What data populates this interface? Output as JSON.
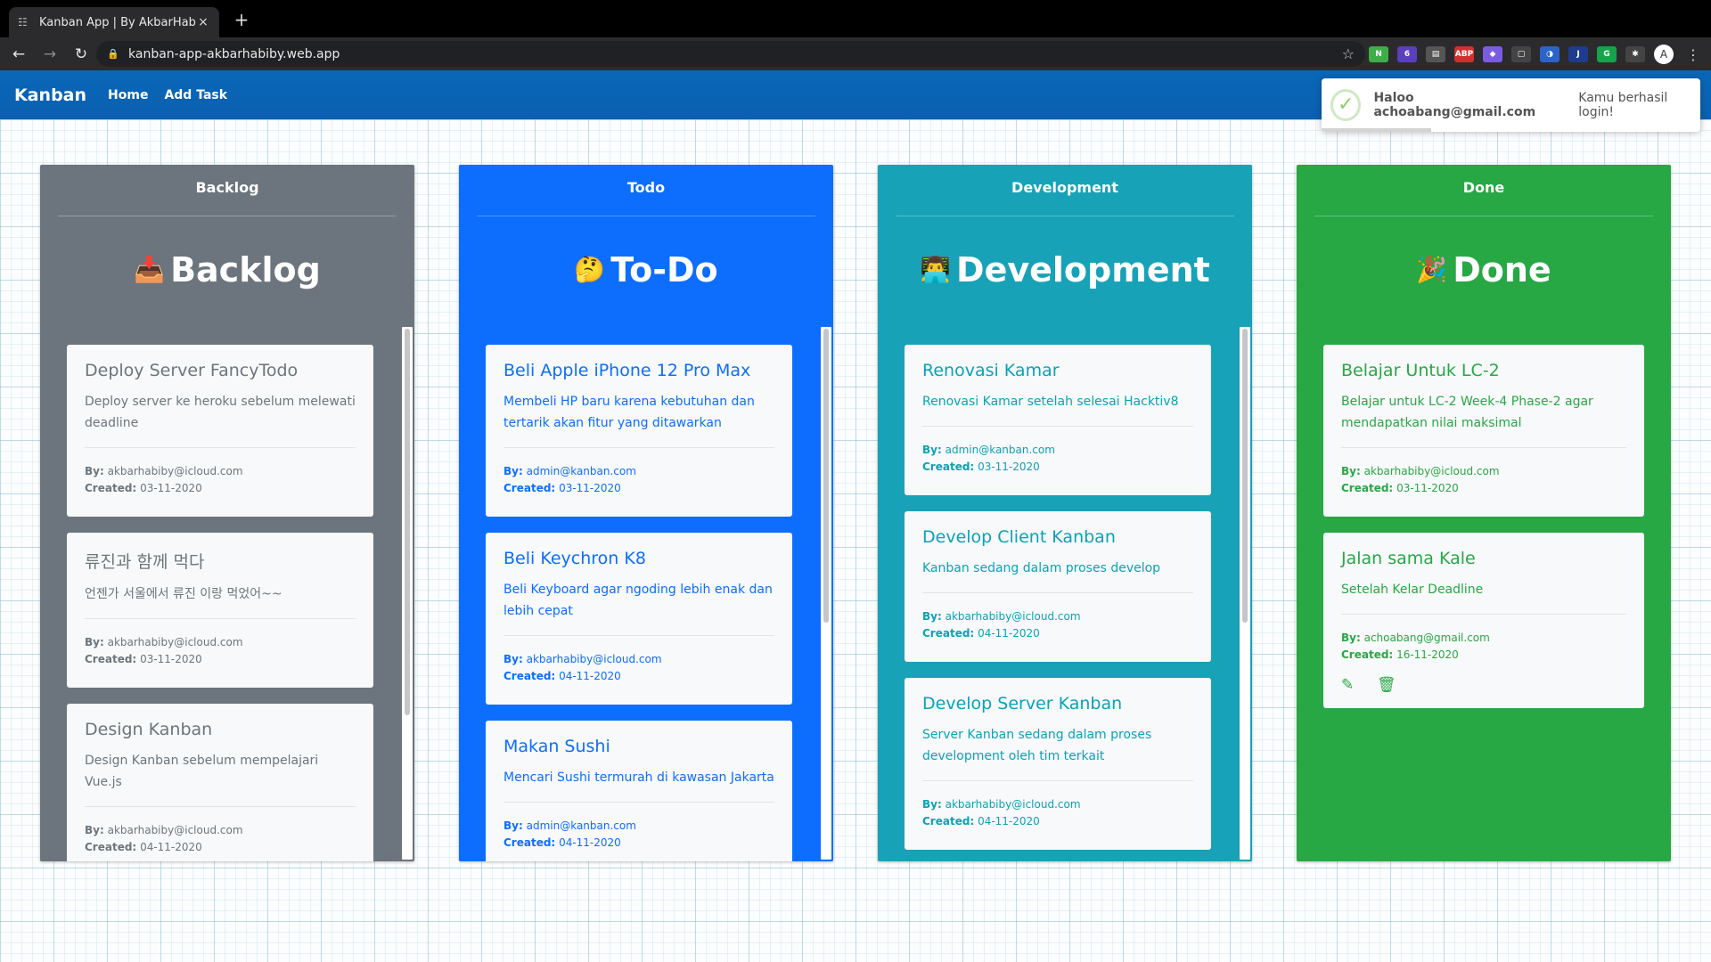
{
  "browser": {
    "tab_title": "Kanban App | By AkbarHabiby",
    "tab_close": "×",
    "new_tab": "+",
    "url": "kanban-app-akbarhabiby.web.app",
    "profile_initial": "A",
    "extensions": [
      {
        "label": "N",
        "color": "#3fae49"
      },
      {
        "label": "6",
        "color": "#5b3fbf"
      },
      {
        "label": "▤",
        "color": "#555555"
      },
      {
        "label": "ABP",
        "color": "#d32f2f"
      },
      {
        "label": "◆",
        "color": "#7b5ce0"
      },
      {
        "label": "▢",
        "color": "#444444"
      },
      {
        "label": "◑",
        "color": "#2c63c9"
      },
      {
        "label": "J",
        "color": "#1f3c8c"
      },
      {
        "label": "G",
        "color": "#16a34a"
      },
      {
        "label": "✱",
        "color": "#444444"
      }
    ]
  },
  "navbar": {
    "brand": "Kanban",
    "links": [
      "Home",
      "Add Task"
    ]
  },
  "toast": {
    "title": "Haloo achoabang@gmail.com",
    "message": "Kamu berhasil login!",
    "progress": 0.29
  },
  "colors": {
    "backlog": "#6c757d",
    "todo": "#0d6efd",
    "development": "#17a2b8",
    "done": "#28a745",
    "navbar": "#0a67b8"
  },
  "columns": [
    {
      "small_title": "Backlog",
      "emoji": "📥",
      "big_title": "Backlog",
      "cards": [
        {
          "title": "Deploy Server FancyTodo",
          "description": "Deploy server ke heroku sebelum melewati deadline",
          "by": "akbarhabiby@icloud.com",
          "created": "03-11-2020"
        },
        {
          "title": "류진과 함께 먹다",
          "description": "언젠가 서울에서 류진 이랑 먹었어~~",
          "by": "akbarhabiby@icloud.com",
          "created": "03-11-2020"
        },
        {
          "title": "Design Kanban",
          "description": "Design Kanban sebelum mempelajari Vue.js",
          "by": "akbarhabiby@icloud.com",
          "created": "04-11-2020"
        }
      ]
    },
    {
      "small_title": "Todo",
      "emoji": "🤔",
      "big_title": "To-Do",
      "cards": [
        {
          "title": "Beli Apple iPhone 12 Pro Max",
          "description": "Membeli HP baru karena kebutuhan dan tertarik akan fitur yang ditawarkan",
          "by": "admin@kanban.com",
          "created": "03-11-2020"
        },
        {
          "title": "Beli Keychron K8",
          "description": "Beli Keyboard agar ngoding lebih enak dan lebih cepat",
          "by": "akbarhabiby@icloud.com",
          "created": "04-11-2020"
        },
        {
          "title": "Makan Sushi",
          "description": "Mencari Sushi termurah di kawasan Jakarta",
          "by": "admin@kanban.com",
          "created": "04-11-2020"
        }
      ]
    },
    {
      "small_title": "Development",
      "emoji": "👨‍💻",
      "big_title": "Development",
      "cards": [
        {
          "title": "Renovasi Kamar",
          "description": "Renovasi Kamar setelah selesai Hacktiv8",
          "by": "admin@kanban.com",
          "created": "03-11-2020"
        },
        {
          "title": "Develop Client Kanban",
          "description": "Kanban sedang dalam proses develop",
          "by": "akbarhabiby@icloud.com",
          "created": "04-11-2020"
        },
        {
          "title": "Develop Server Kanban",
          "description": "Server Kanban sedang dalam proses development oleh tim terkait",
          "by": "akbarhabiby@icloud.com",
          "created": "04-11-2020"
        }
      ]
    },
    {
      "small_title": "Done",
      "emoji": "🎉",
      "big_title": "Done",
      "cards": [
        {
          "title": "Belajar Untuk LC-2",
          "description": "Belajar untuk LC-2 Week-4 Phase-2 agar mendapatkan nilai maksimal",
          "by": "akbarhabiby@icloud.com",
          "created": "03-11-2020"
        },
        {
          "title": "Jalan sama Kale",
          "description": "Setelah Kelar Deadline",
          "by": "achoabang@gmail.com",
          "created": "16-11-2020"
        }
      ]
    }
  ],
  "meta_labels": {
    "by": "By:",
    "created": "Created:"
  }
}
